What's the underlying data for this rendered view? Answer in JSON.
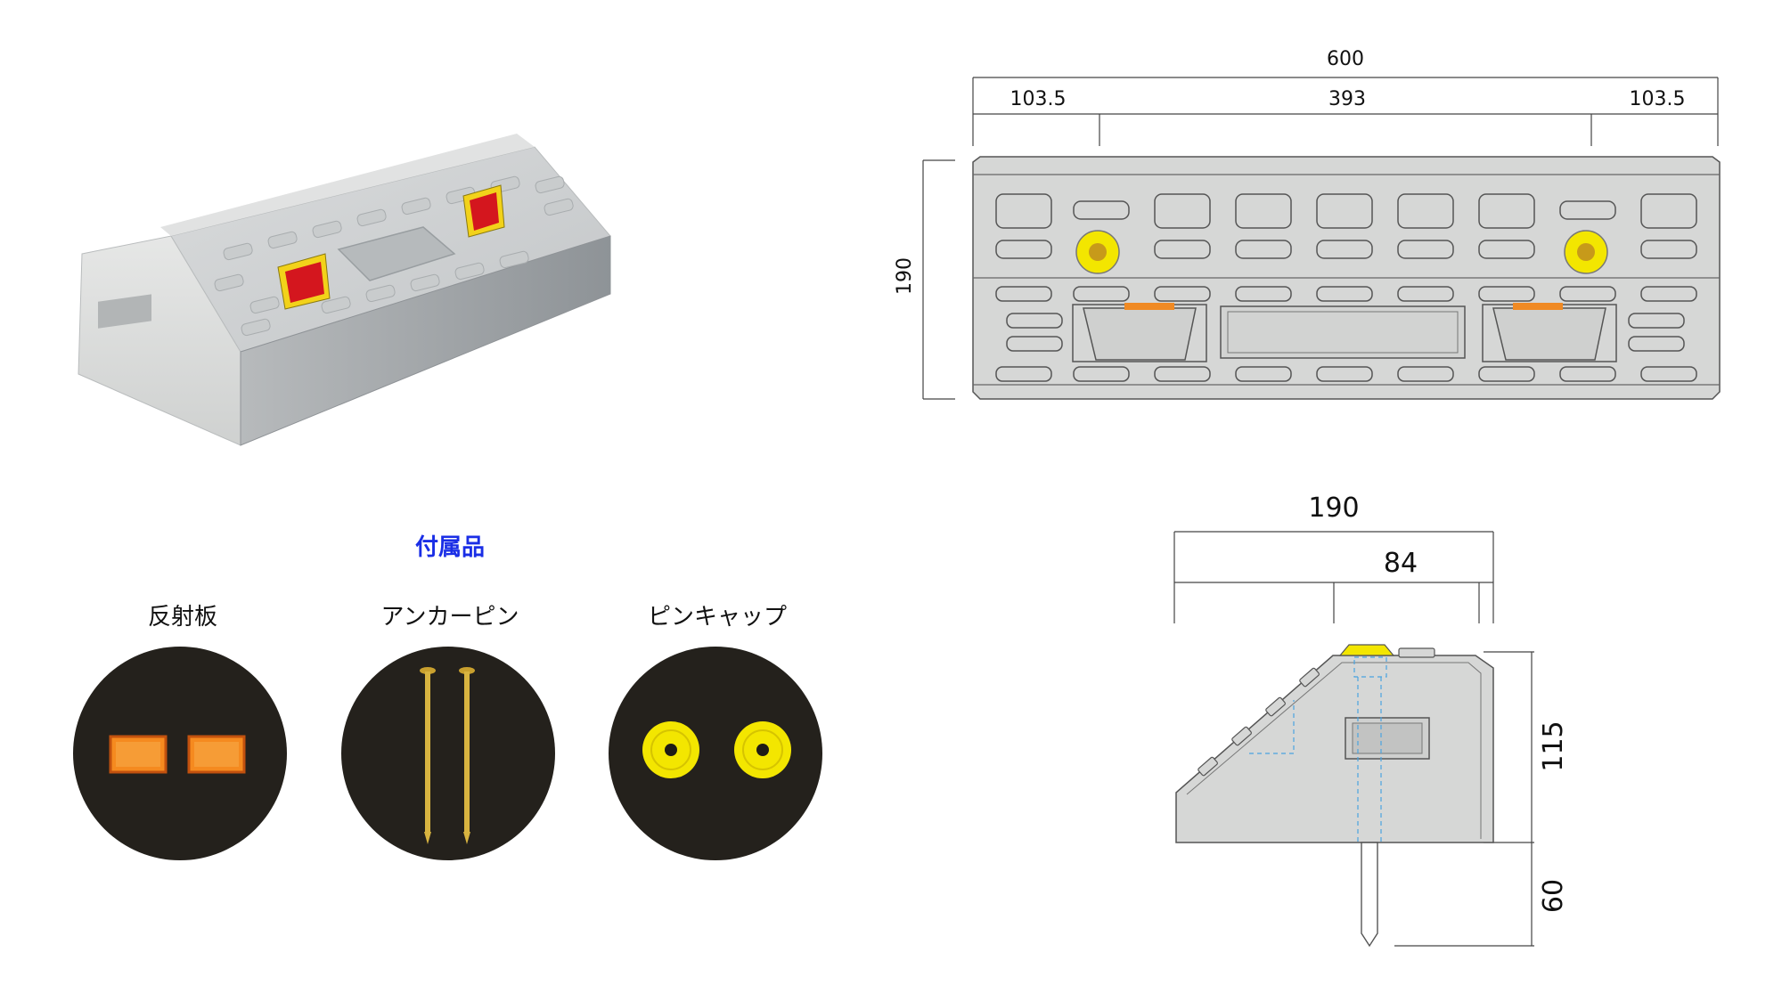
{
  "accessories": {
    "title": "付属品",
    "items": [
      {
        "label": "反射板"
      },
      {
        "label": "アンカーピン"
      },
      {
        "label": "ピンキャップ"
      }
    ]
  },
  "top_view": {
    "dim_total": "600",
    "dim_left": "103.5",
    "dim_middle": "393",
    "dim_right": "103.5",
    "dim_depth": "190"
  },
  "side_view": {
    "dim_width": "190",
    "dim_offset": "84",
    "dim_height": "115",
    "dim_pin": "60"
  },
  "colors": {
    "concrete": "#d4d6d5",
    "concrete_dark": "#9aa0a4",
    "reflector_red": "#d4161e",
    "reflector_yellow": "#f2d21a",
    "pin_cap_yellow": "#f3e600",
    "accent_orange": "#f08a24",
    "hidden_line_blue": "#4aa3e0",
    "accessory_bg": "#24211c"
  }
}
